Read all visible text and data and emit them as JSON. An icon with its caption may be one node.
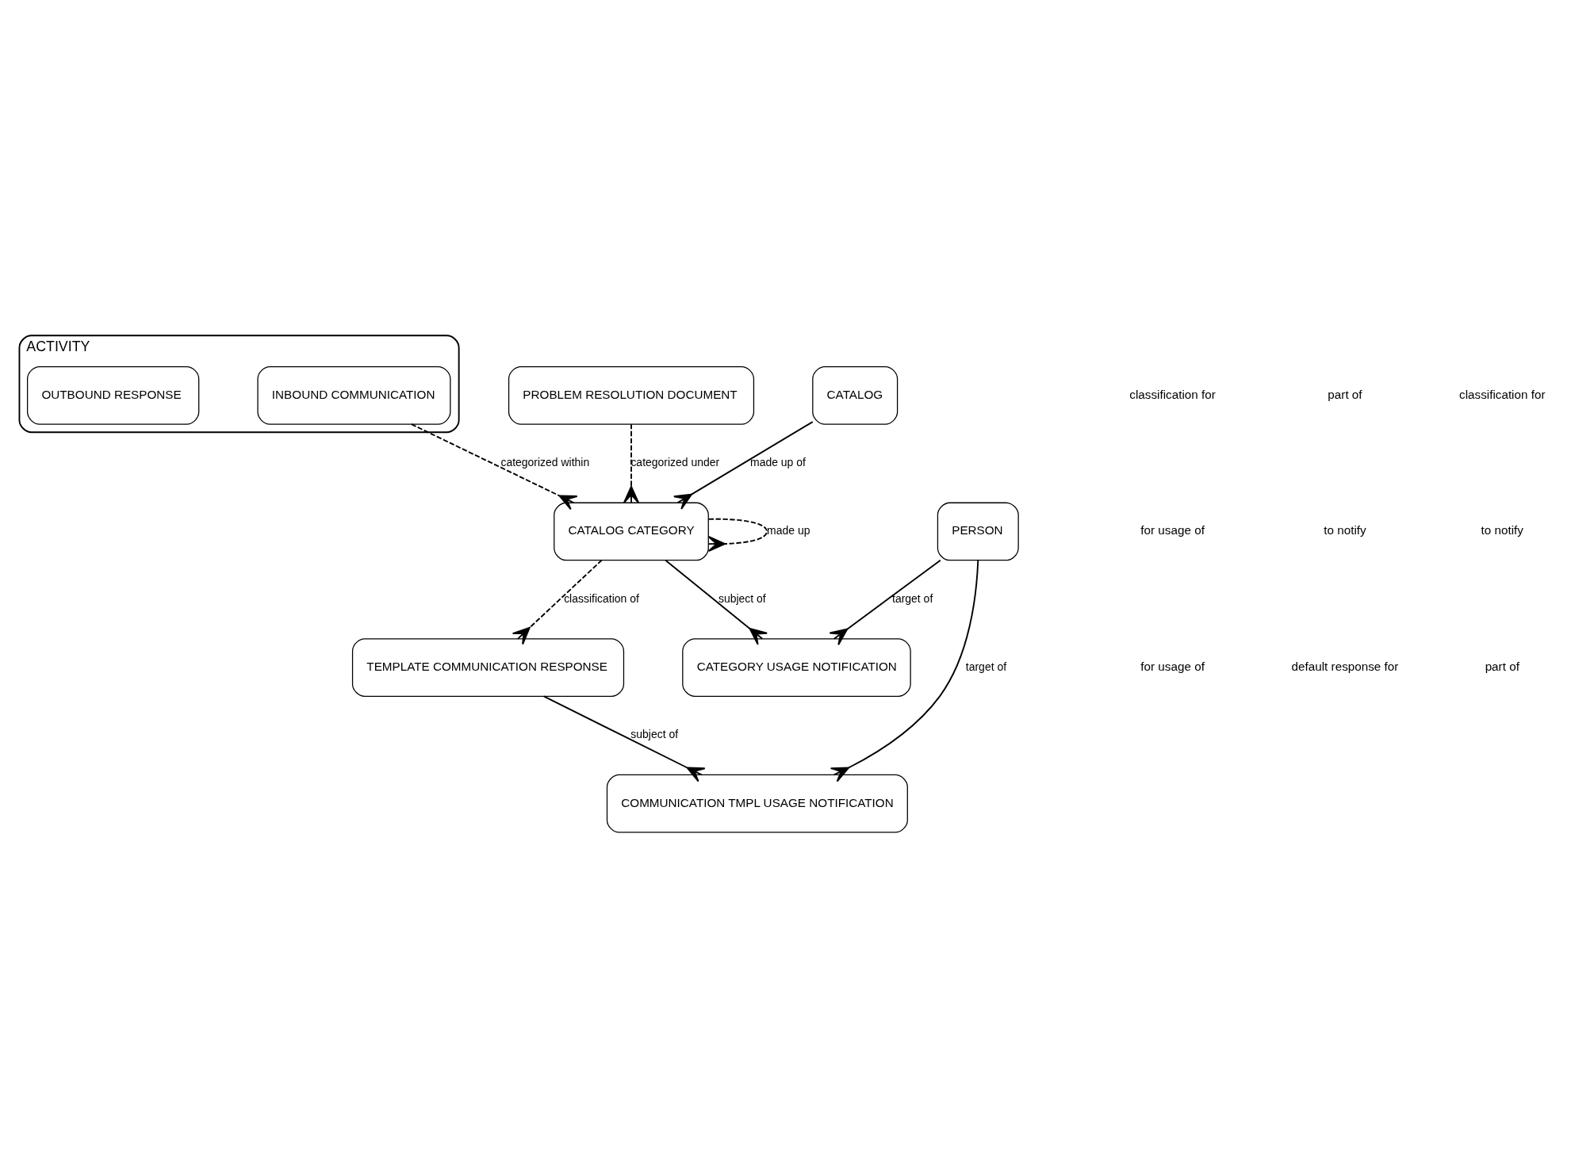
{
  "diagram": {
    "nodes": [
      {
        "text": [
          "ACTIVITY"
        ]
      },
      {
        "text": [
          "INBOUND COMMUNICATION"
        ],
        "in": 0
      },
      {
        "text": [
          "OUTBOUND RESPONSE"
        ],
        "in": 0
      },
      {
        "text": [
          "CATALOG CATEGORY"
        ]
      },
      {
        "text": [
          "PROBLEM RESOLUTION DOCUMENT"
        ]
      },
      {
        "text": [
          "COMMUNICATION TMPL USAGE NOTIFICATION"
        ]
      },
      {
        "text": [
          "CATEGORY USAGE NOTIFICATION"
        ]
      },
      {
        "text": [
          "PERSON"
        ]
      },
      {
        "text": [
          "TEMPLATE COMMUNICATION RESPONSE"
        ]
      },
      {
        "text": [
          "CATALOG"
        ]
      }
    ],
    "edges": [
      {
        "from": 1,
        "to": 3,
        "arrow": "other",
        "label": "categorized within",
        "style": "dashed"
      },
      {
        "from": 3,
        "to": 3,
        "arrow": "other",
        "label": "made up",
        "style": "dashed"
      },
      {
        "from": 4,
        "to": 3,
        "arrow": "other",
        "label": "categorized under",
        "style": "dashed"
      },
      {
        "from": 3,
        "to": 6,
        "arrow": "other",
        "label": "subject of"
      },
      {
        "from": 7,
        "to": 5,
        "arrow": "other",
        "label": "target of"
      },
      {
        "from": 7,
        "to": 6,
        "arrow": "other",
        "label": "target of"
      },
      {
        "from": 8,
        "to": 5,
        "arrow": "other",
        "label": "subject of"
      },
      {
        "from": 3,
        "to": 8,
        "arrow": "other",
        "label": "classification of",
        "style": "dashed"
      },
      {
        "from": 9,
        "to": 3,
        "arrow": "other",
        "label": "made up of"
      }
    ],
    "labels": [
      "classification for",
      "part of",
      "classification for",
      "for usage of",
      "to notify",
      "to notify",
      "for usage of",
      "default response for",
      "part of"
    ]
  }
}
